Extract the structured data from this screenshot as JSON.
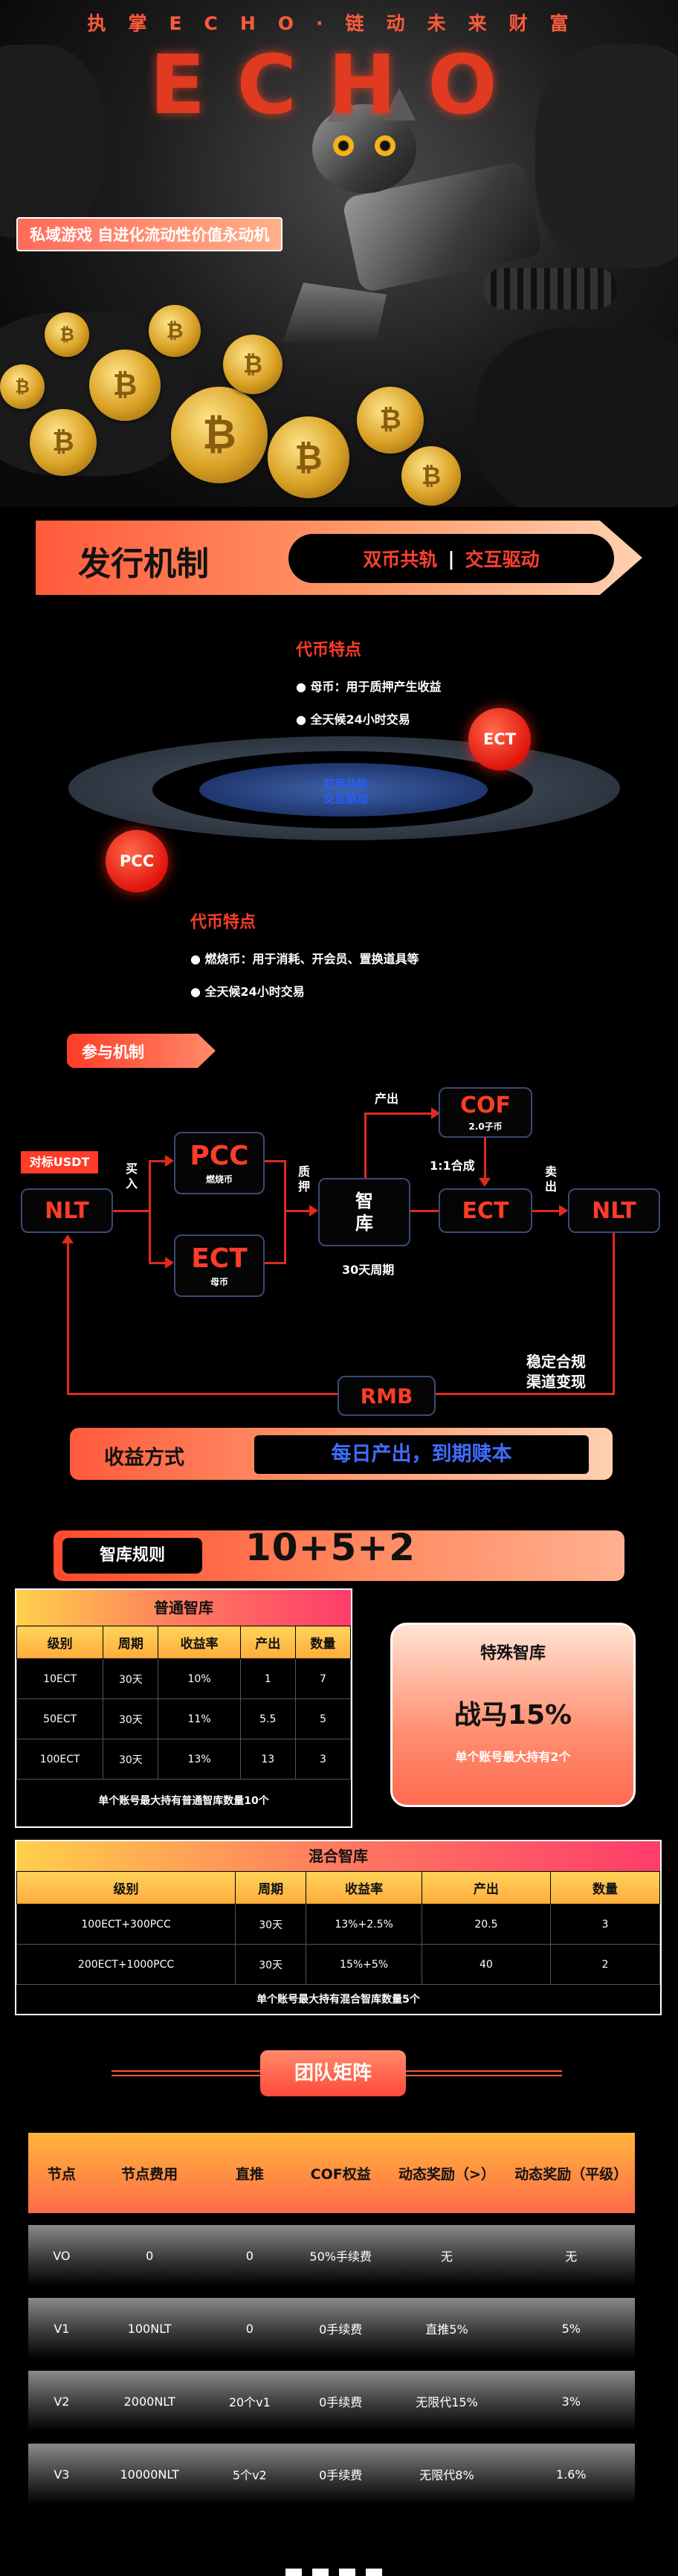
{
  "hero": {
    "slogan": "执掌ECHO·链动未来财富",
    "title": "ECHO",
    "tagline": "私域游戏 自进化流动性价值永动机"
  },
  "issuance": {
    "title": "发行机制",
    "pill_left": "双币共轨",
    "pill_sep": "|",
    "pill_right": "交互驱动",
    "features_top": {
      "title": "代币特点",
      "items": [
        "母币：用于质押产生收益",
        "全天候24小时交易"
      ]
    },
    "features_bottom": {
      "title": "代币特点",
      "items": [
        "燃烧币：用于消耗、开会员、置换道具等",
        "全天候24小时交易"
      ]
    },
    "orbit_label_1": "双币共轨",
    "orbit_label_2": "交互驱动",
    "ball_ect": "ECT",
    "ball_pcc": "PCC"
  },
  "participation": {
    "tag": "参与机制",
    "anchor": "对标USDT",
    "nlt_left": "NLT",
    "buy": "买入",
    "pcc": "PCC",
    "pcc_sub": "燃烧币",
    "ect": "ECT",
    "ect_sub": "母币",
    "stake": "质押",
    "vault": "智库",
    "cycle": "30天周期",
    "produce": "产出",
    "cof": "COF",
    "cof_sub": "2.0子币",
    "synth": "1:1合成",
    "ect_right": "ECT",
    "sell": "卖出",
    "nlt_right": "NLT",
    "compliance_1": "稳定合规",
    "compliance_2": "渠道变现",
    "rmb": "RMB"
  },
  "earnings": {
    "title": "收益方式",
    "value": "每日产出，到期赎本"
  },
  "vault_rules": {
    "tag": "智库规则",
    "formula": "10+5+2"
  },
  "normal_vault": {
    "title": "普通智库",
    "headers": [
      "级别",
      "周期",
      "收益率",
      "产出",
      "数量"
    ],
    "rows": [
      [
        "10ECT",
        "30天",
        "10%",
        "1",
        "7"
      ],
      [
        "50ECT",
        "30天",
        "11%",
        "5.5",
        "5"
      ],
      [
        "100ECT",
        "30天",
        "13%",
        "13",
        "3"
      ]
    ],
    "footer": "单个账号最大持有普通智库数量10个"
  },
  "special_vault": {
    "title": "特殊智库",
    "value": "战马15%",
    "note": "单个账号最大持有2个"
  },
  "mixed_vault": {
    "title": "混合智库",
    "headers": [
      "级别",
      "周期",
      "收益率",
      "产出",
      "数量"
    ],
    "rows": [
      [
        "100ECT+300PCC",
        "30天",
        "13%+2.5%",
        "20.5",
        "3"
      ],
      [
        "200ECT+1000PCC",
        "30天",
        "15%+5%",
        "40",
        "2"
      ]
    ],
    "footer": "单个账号最大持有混合智库数量5个"
  },
  "team": {
    "title": "团队矩阵",
    "headers": [
      "节点",
      "节点费用",
      "直推",
      "COF权益",
      "动态奖励（>）",
      "动态奖励（平级）"
    ],
    "rows": [
      [
        "VO",
        "0",
        "0",
        "50%手续费",
        "无",
        "无"
      ],
      [
        "V1",
        "100NLT",
        "0",
        "0手续费",
        "直推5%",
        "5%"
      ],
      [
        "V2",
        "2000NLT",
        "20个v1",
        "0手续费",
        "无限代15%",
        "3%"
      ],
      [
        "V3",
        "10000NLT",
        "5个v2",
        "0手续费",
        "无限代8%",
        "1.6%"
      ]
    ]
  }
}
